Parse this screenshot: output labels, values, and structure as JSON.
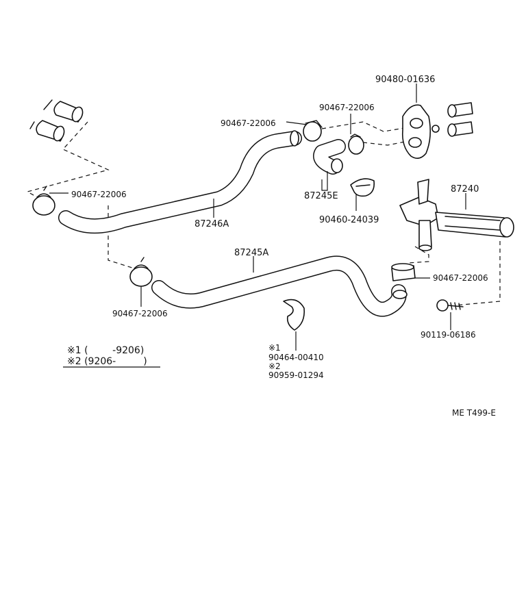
{
  "diagram": {
    "labels": {
      "valve_gasket": "90480-01636",
      "clamp_top_center": "90467-22006",
      "clamp_top_right": "90467-22006",
      "clamp_left": "90467-22006",
      "clamp_lower_left": "90467-22006",
      "clamp_right": "90467-22006",
      "hose_upper": "87246A",
      "hose_lower": "87245A",
      "hose_elbow": "87245E",
      "clip": "90460-24039",
      "water_valve": "87240",
      "bolt": "90119-06186",
      "clamp_note_1_mark": "※1",
      "clamp_note_1_part": "90464-00410",
      "clamp_note_2_mark": "※2",
      "clamp_note_2_part": "90959-01294",
      "legend_1": "※1 (        -9206)",
      "legend_2": "※2 (9206-         )",
      "drawing_code": "ME T499-E"
    }
  }
}
